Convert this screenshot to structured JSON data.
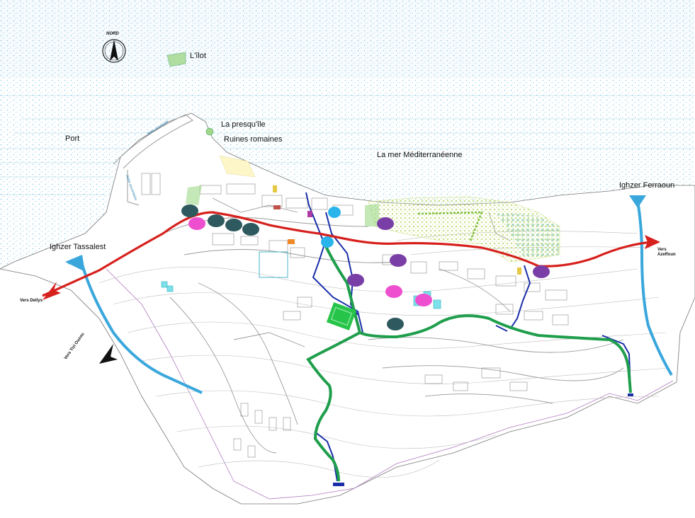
{
  "labels": {
    "nord": "NORD",
    "ilot": "L'îlot",
    "presquile": "La presqu'île",
    "ruines": "Ruines romaines",
    "port": "Port",
    "mer": "La mer Méditerranéenne",
    "tassalest": "Ighzer Tassalest",
    "ferraoun": "Ighzer Ferraoun",
    "vers_dellys": "Vers Dellys",
    "vers_azeffoun": "Vers Azeffoun",
    "vers_tizi": "Vers Tizi Ouzou",
    "jetee": "Jetée principale",
    "jetee2": "Jetée secondaire"
  },
  "colors": {
    "sea": "#5fb8d6",
    "road": "#d6201c",
    "river": "#3aa7dc",
    "path": "#1f9e4c",
    "stream": "#1a2fa8",
    "vegetation": "#c8e07a",
    "marker_dark": "#2e5a5f",
    "marker_purple": "#7a3fa6",
    "marker_pink": "#ee4fcf",
    "marker_blue": "#2ab4ec"
  },
  "markers": [
    {
      "type": "dark"
    },
    {
      "type": "dark"
    },
    {
      "type": "dark"
    },
    {
      "type": "dark"
    },
    {
      "type": "dark"
    },
    {
      "type": "pink"
    },
    {
      "type": "pink"
    },
    {
      "type": "pink"
    },
    {
      "type": "purple"
    },
    {
      "type": "purple"
    },
    {
      "type": "purple"
    },
    {
      "type": "purple"
    },
    {
      "type": "blue"
    },
    {
      "type": "blue"
    }
  ]
}
